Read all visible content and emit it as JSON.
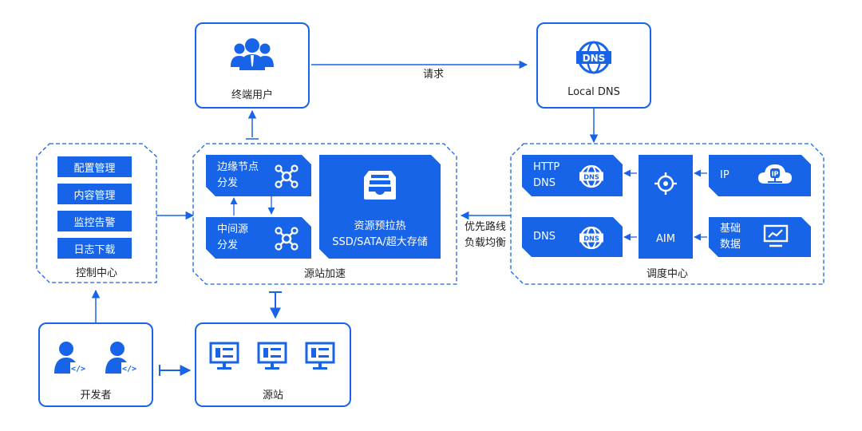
{
  "end_user": {
    "label": "终端用户",
    "icon": "users-icon"
  },
  "local_dns": {
    "label": "Local DNS",
    "icon": "dns-globe-icon"
  },
  "request_label": "请求",
  "control_center": {
    "label": "控制中心",
    "items": [
      "配置管理",
      "内容管理",
      "监控告警",
      "日志下载"
    ]
  },
  "origin_accel": {
    "label": "源站加速",
    "edge_node": {
      "line1": "边缘节点",
      "line2": "分发",
      "icon": "network-hub-icon"
    },
    "mid_source": {
      "line1": "中间源",
      "line2": "分发",
      "icon": "network-hub-icon"
    },
    "prefetch": {
      "line1": "资源预拉热",
      "line2": "SSD/SATA/超大存储",
      "icon": "storage-tray-icon"
    }
  },
  "route_label": {
    "line1": "优先路线",
    "line2": "负载均衡"
  },
  "dispatch_center": {
    "label": "调度中心",
    "http_dns": {
      "line1": "HTTP",
      "line2": "DNS",
      "icon": "dns-globe-icon"
    },
    "dns": {
      "label": "DNS",
      "icon": "dns-globe-icon"
    },
    "aim": {
      "label": "AIM",
      "icon": "target-icon"
    },
    "ip": {
      "label": "IP",
      "icon": "ip-cloud-icon"
    },
    "base_data": {
      "line1": "基础",
      "line2": "数据",
      "icon": "monitor-chart-icon"
    }
  },
  "developer": {
    "label": "开发者",
    "icon": "developer-icon"
  },
  "origin": {
    "label": "源站",
    "icon": "server-monitor-icon"
  },
  "colors": {
    "primary": "#1764e8",
    "text": "#222222",
    "background": "#ffffff"
  }
}
